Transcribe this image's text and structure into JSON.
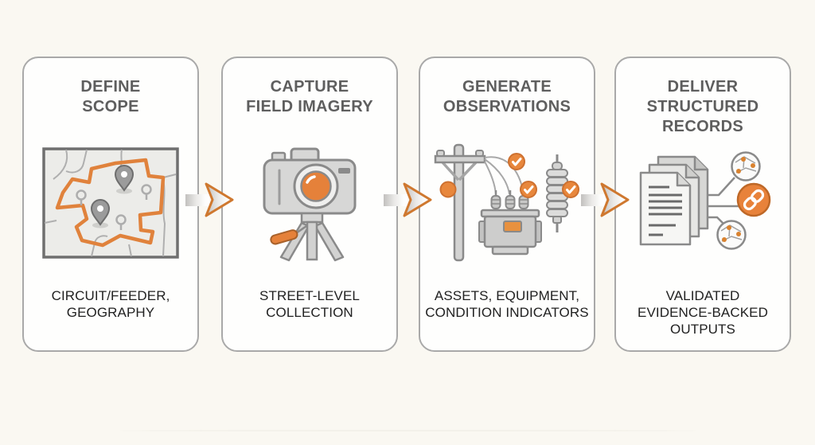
{
  "colors": {
    "background": "#FAF8F2",
    "card_fill": "#FEFEFD",
    "card_border": "#A9A9A9",
    "title_text": "#5E5E5E",
    "caption_text": "#212121",
    "accent_orange": "#E5813A",
    "arrow_outline": "#CF782F",
    "icon_outline_gray": "#8A8A8A"
  },
  "steps": [
    {
      "title_lines": [
        "DEFINE",
        "SCOPE"
      ],
      "caption_lines": [
        "CIRCUIT/FEEDER,",
        "GEOGRAPHY"
      ],
      "icon": "map-icon"
    },
    {
      "title_lines": [
        "CAPTURE",
        "FIELD IMAGERY"
      ],
      "caption_lines": [
        "STREET-LEVEL",
        "COLLECTION"
      ],
      "icon": "camera-tripod-icon"
    },
    {
      "title_lines": [
        "GENERATE",
        "OBSERVATIONS"
      ],
      "caption_lines": [
        "ASSETS, EQUIPMENT,",
        "CONDITION INDICATORS"
      ],
      "icon": "utility-pole-transformer-icon"
    },
    {
      "title_lines": [
        "DELIVER",
        "STRUCTURED",
        "RECORDS"
      ],
      "caption_lines": [
        "VALIDATED",
        "EVIDENCE-BACKED",
        "OUTPUTS"
      ],
      "icon": "documents-link-icon"
    }
  ],
  "arrows": [
    {
      "icon": "arrow-right-icon"
    },
    {
      "icon": "arrow-right-icon"
    },
    {
      "icon": "arrow-right-icon"
    }
  ]
}
